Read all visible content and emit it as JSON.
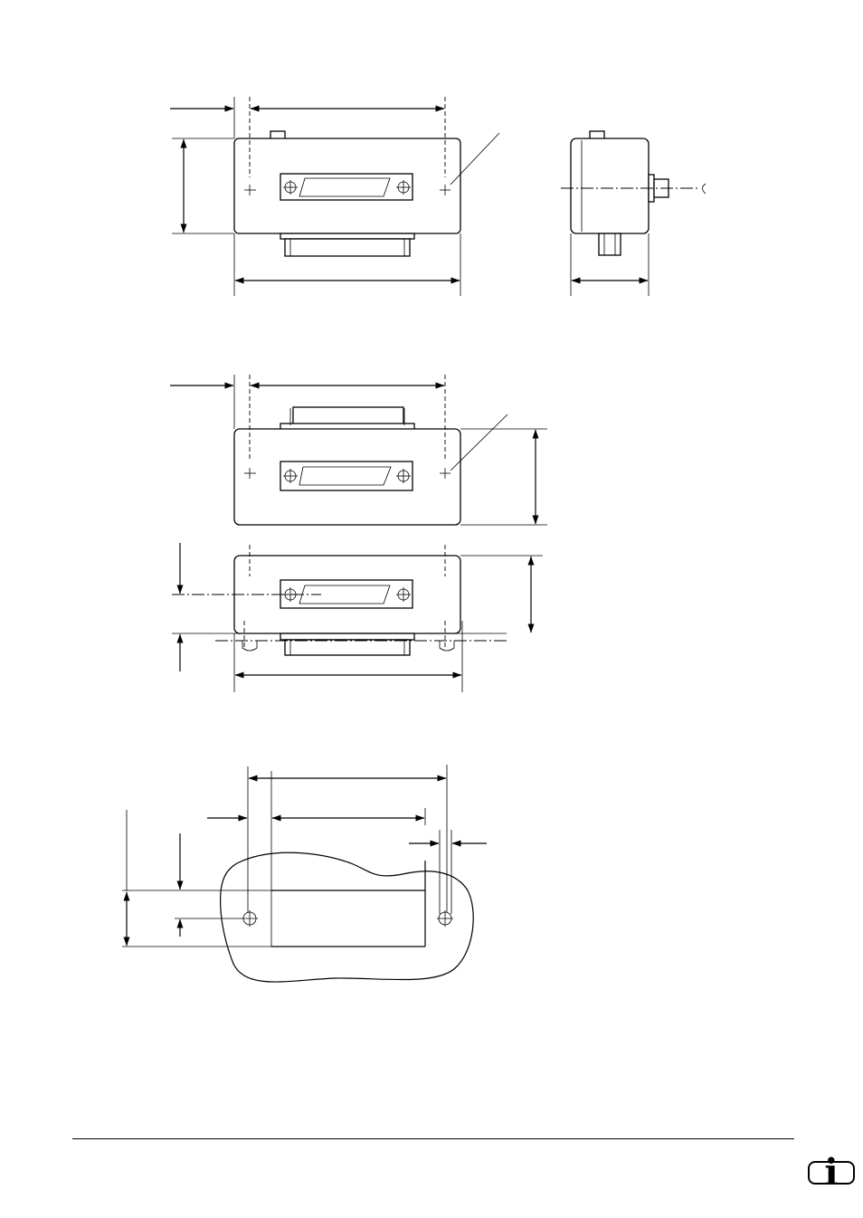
{
  "figure": {
    "views": [
      "front-view-1",
      "side-view-1",
      "front-view-2",
      "bottom-view-2",
      "mounting-cutout"
    ]
  },
  "footer": {
    "info_icon": "info-icon",
    "info_glyph": "i"
  }
}
